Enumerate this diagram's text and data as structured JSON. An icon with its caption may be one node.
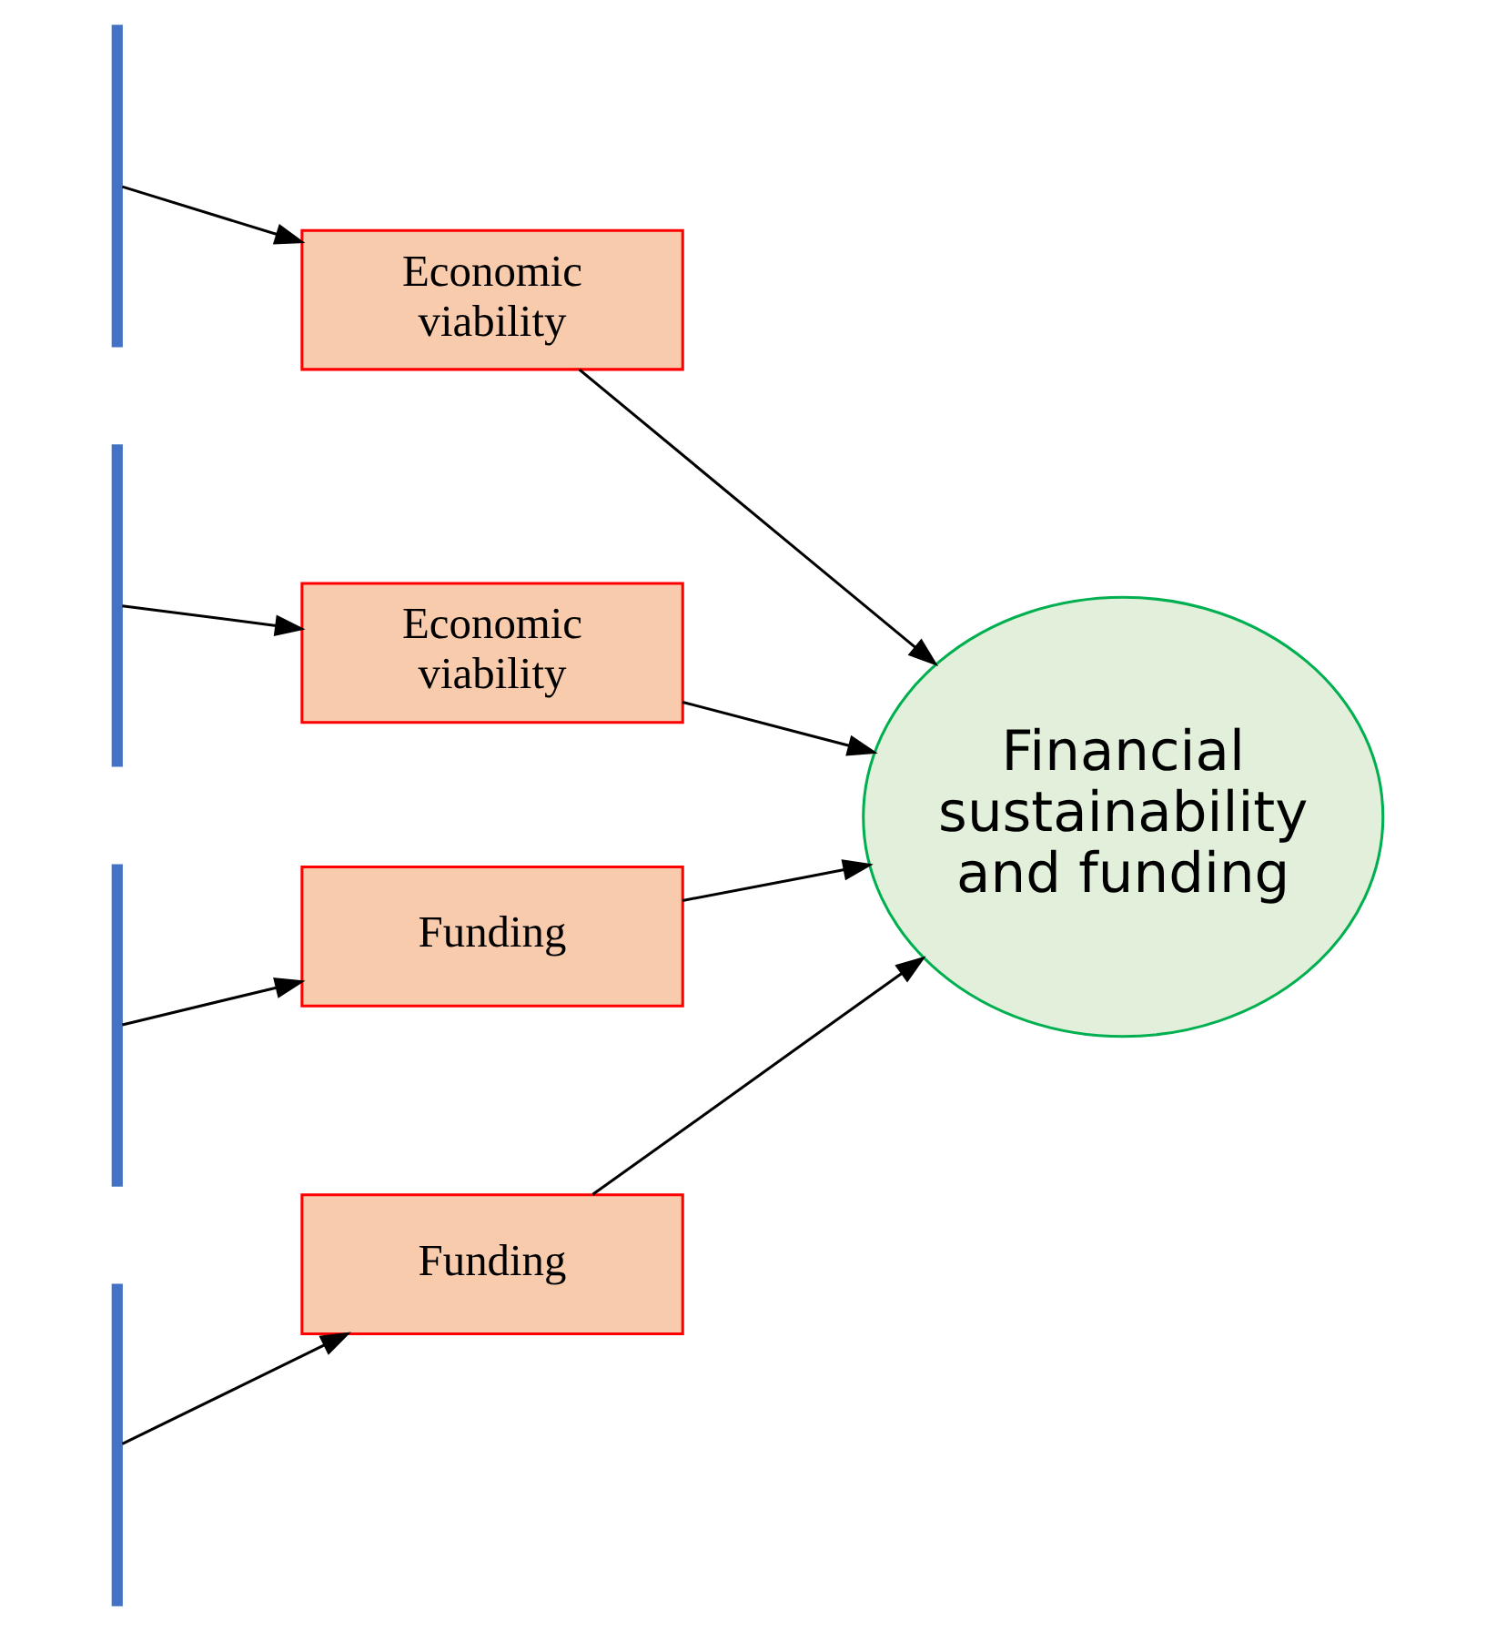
{
  "diagram": {
    "nodes": [
      {
        "text": [],
        "shape": "bar"
      },
      {
        "text": [],
        "shape": "bar"
      },
      {
        "text": [],
        "shape": "bar"
      },
      {
        "text": [],
        "shape": "bar"
      },
      {
        "text": [
          "Economic viability"
        ]
      },
      {
        "text": [
          "Economic viability"
        ]
      },
      {
        "text": [
          "Funding"
        ]
      },
      {
        "text": [
          "Funding"
        ]
      },
      {
        "text": [
          "Financial sustainability and funding"
        ]
      }
    ],
    "edges": [
      {
        "from": 0,
        "to": 4,
        "arrow": "to"
      },
      {
        "from": 1,
        "to": 5,
        "arrow": "to"
      },
      {
        "from": 2,
        "to": 6,
        "arrow": "to"
      },
      {
        "from": 3,
        "to": 7,
        "arrow": "to"
      },
      {
        "from": 4,
        "to": 8,
        "arrow": "to"
      },
      {
        "from": 5,
        "to": 8,
        "arrow": "to"
      },
      {
        "from": 6,
        "to": 8,
        "arrow": "to"
      },
      {
        "from": 7,
        "to": 8,
        "arrow": "to"
      }
    ]
  }
}
